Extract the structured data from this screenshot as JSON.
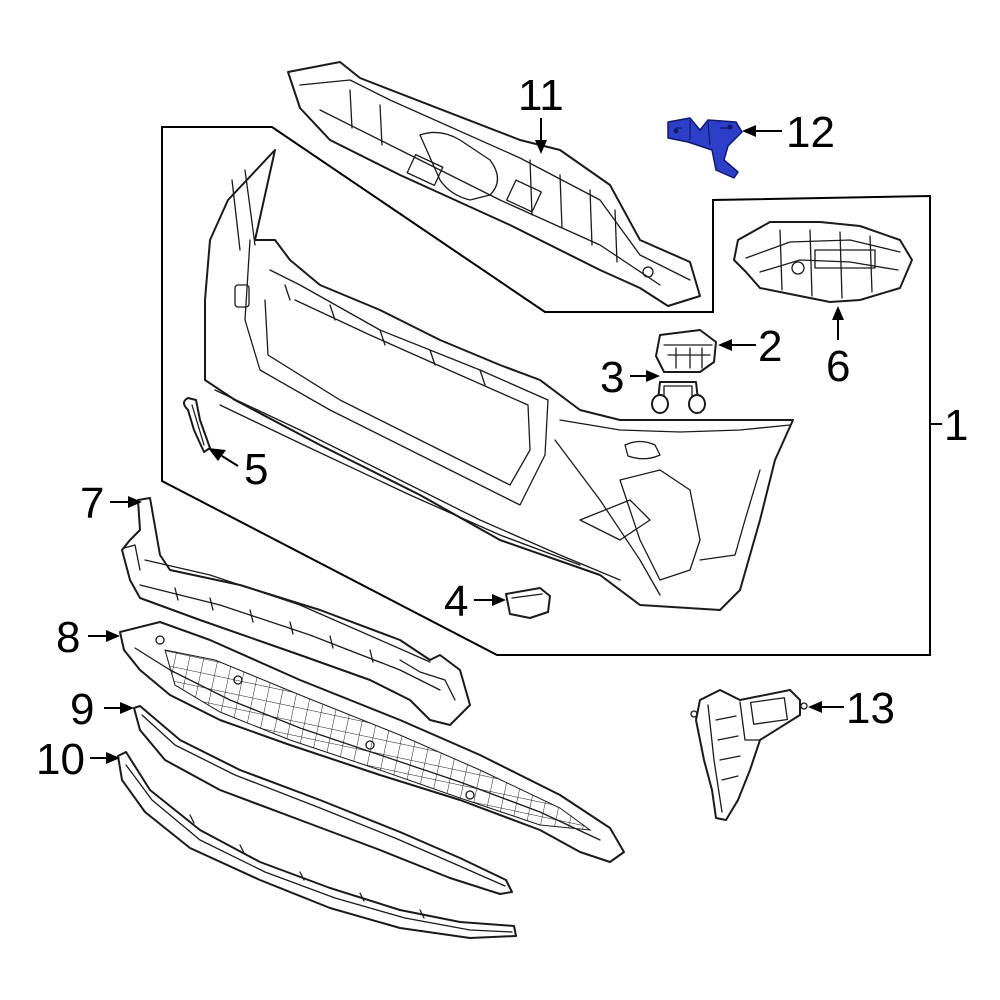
{
  "diagram": {
    "highlight_color": "#2d3fc8",
    "line_color": "#1a1a1a",
    "callouts": [
      {
        "id": "1",
        "label": "1",
        "part": "bumper-cover-assembly"
      },
      {
        "id": "2",
        "label": "2",
        "part": "bracket"
      },
      {
        "id": "3",
        "label": "3",
        "part": "wire-clip"
      },
      {
        "id": "4",
        "label": "4",
        "part": "tow-hook-cover"
      },
      {
        "id": "5",
        "label": "5",
        "part": "molding-clip"
      },
      {
        "id": "6",
        "label": "6",
        "part": "side-bracket"
      },
      {
        "id": "7",
        "label": "7",
        "part": "lower-deflector"
      },
      {
        "id": "8",
        "label": "8",
        "part": "lower-grille"
      },
      {
        "id": "9",
        "label": "9",
        "part": "trim-strip"
      },
      {
        "id": "10",
        "label": "10",
        "part": "lower-molding"
      },
      {
        "id": "11",
        "label": "11",
        "part": "energy-absorber-carrier"
      },
      {
        "id": "12",
        "label": "12",
        "part": "mounting-bracket",
        "highlighted": true
      },
      {
        "id": "13",
        "label": "13",
        "part": "side-guide"
      }
    ]
  }
}
